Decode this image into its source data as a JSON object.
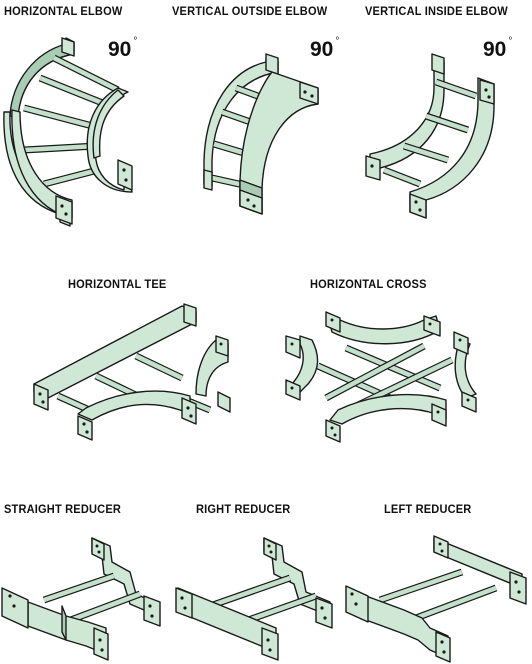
{
  "labels": {
    "horizontal_elbow": "HORIZONTAL ELBOW",
    "vertical_outside_elbow": "VERTICAL OUTSIDE ELBOW",
    "vertical_inside_elbow": "VERTICAL INSIDE ELBOW",
    "horizontal_tee": "HORIZONTAL TEE",
    "horizontal_cross": "HORIZONTAL CROSS",
    "straight_reducer": "STRAIGHT REDUCER",
    "right_reducer": "RIGHT  REDUCER",
    "left_reducer": "LEFT  REDUCER"
  },
  "angles": {
    "horizontal_elbow": "90",
    "vertical_outside_elbow": "90",
    "vertical_inside_elbow": "90"
  },
  "degree_symbol": "°",
  "colors": {
    "fitting_fill": "#cfe8d6",
    "fitting_shade": "#a9cdb4",
    "outline": "#1a1a1a"
  }
}
